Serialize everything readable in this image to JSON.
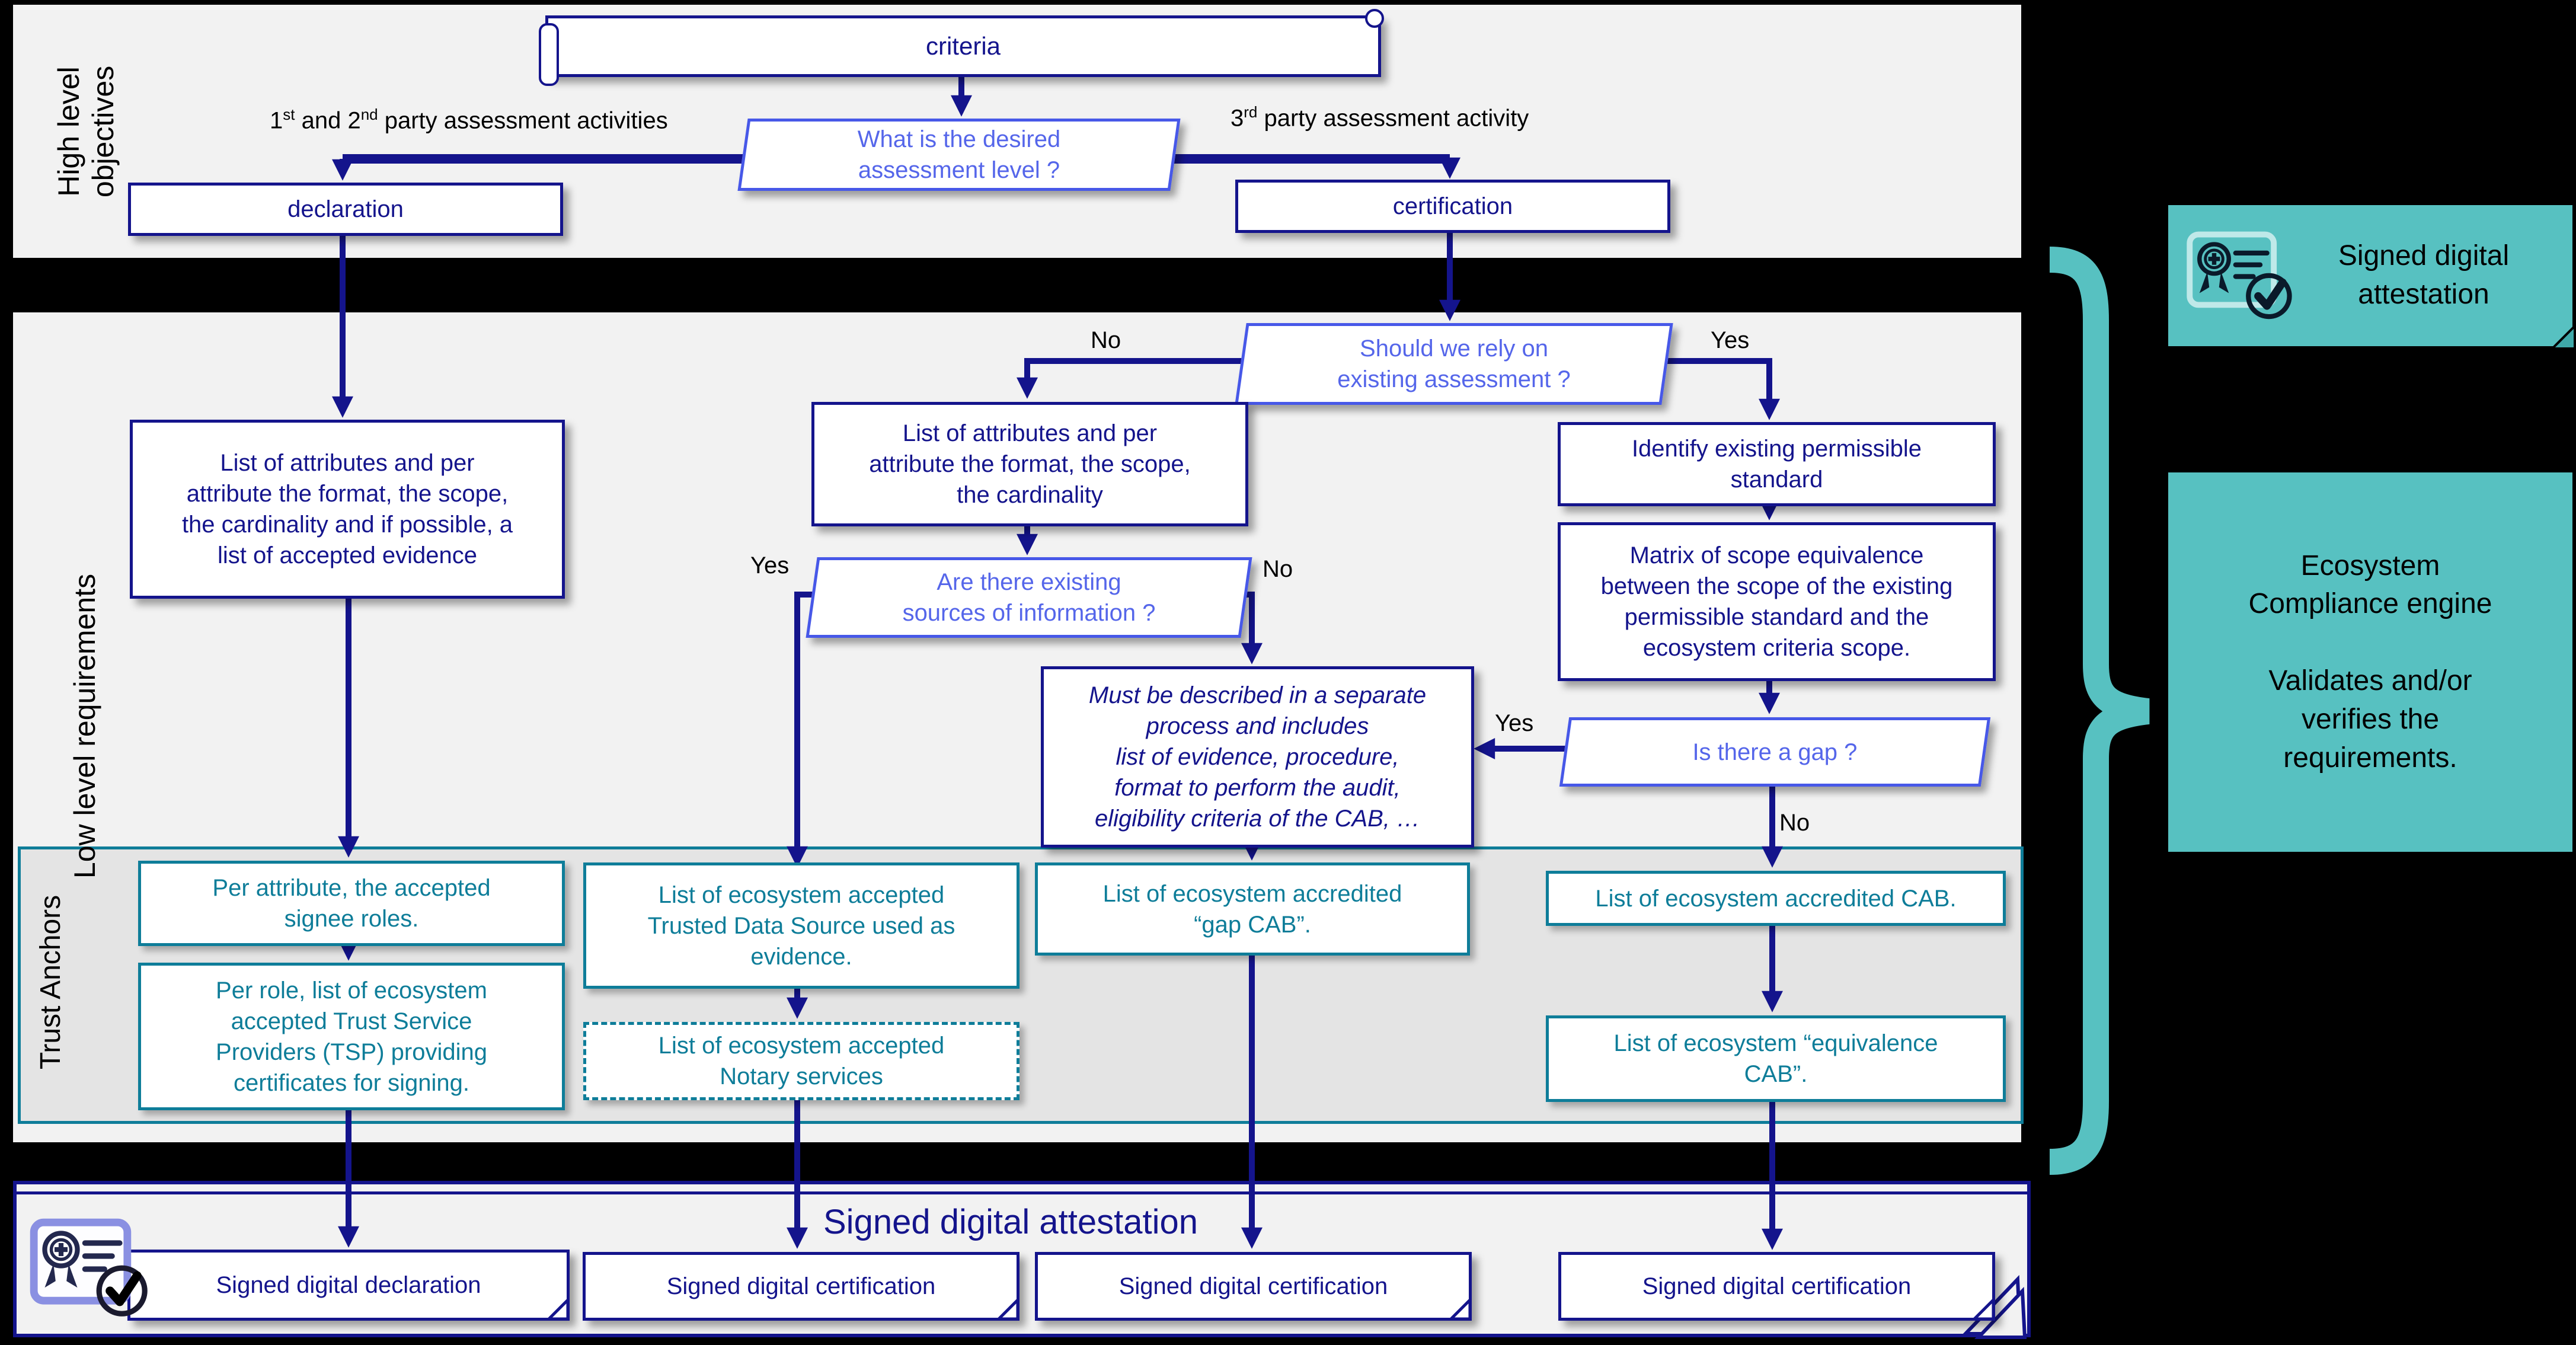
{
  "colors": {
    "navy": "#14148C",
    "question_blue": "#5566EA",
    "trust_teal": "#0E7D99",
    "panel_teal": "#57C1C1",
    "band_gray": "#F2F2F2",
    "background": "#000000"
  },
  "side_labels": {
    "high": "High level\nobjectives",
    "low": "Low level requirements",
    "trust": "Trust Anchors"
  },
  "top": {
    "criteria": "criteria",
    "question_level": "What is the desired\nassessment level ?",
    "branch_left": {
      "n1": "1",
      "s1": "st",
      "mid": " and 2",
      "s2": "nd",
      "rest": " party assessment activities"
    },
    "branch_right": {
      "n1": "3",
      "s1": "rd",
      "rest": " party assessment activity"
    },
    "declaration": "declaration",
    "certification": "certification"
  },
  "decisions": {
    "rely": "Should we rely on\nexisting assessment ?",
    "sources": "Are there existing\nsources of information ?",
    "gap": "Is there a gap ?"
  },
  "labels": {
    "yes": "Yes",
    "no": "No"
  },
  "process": {
    "attrs_full": "List of attributes and per\nattribute the format, the scope,\nthe cardinality and if possible, a\nlist of accepted evidence",
    "attrs_short": "List of attributes and per\nattribute the format, the scope,\nthe cardinality",
    "identify": "Identify existing permissible\nstandard",
    "matrix": "Matrix of scope equivalence\nbetween the scope of the existing\npermissible standard and the\necosystem criteria scope.",
    "separate_process": "Must be described in a separate\nprocess and includes\nlist of evidence, procedure,\nformat to perform the audit,\neligibility criteria of the CAB, …"
  },
  "trust_anchors": {
    "signee": "Per attribute, the accepted\nsignee roles.",
    "tsp": "Per role, list of ecosystem\naccepted Trust Service\nProviders (TSP) providing\ncertificates for signing.",
    "tds": "List of ecosystem accepted\nTrusted Data Source used as\nevidence.",
    "notary": "List of ecosystem accepted\nNotary services",
    "gap_cab": "List of ecosystem accredited\n“gap CAB”.",
    "cab": "List of ecosystem accredited CAB.",
    "equivalence_cab": "List of ecosystem “equivalence\nCAB”."
  },
  "outputs": {
    "title": "Signed digital attestation",
    "declaration": "Signed digital declaration",
    "certification": "Signed digital certification"
  },
  "side_panel": {
    "attestation": "Signed digital\nattestation",
    "engine": "Ecosystem\nCompliance engine\n\nValidates and/or\nverifies the\nrequirements."
  },
  "icons": {
    "certificate": "certificate-badge-icon"
  }
}
